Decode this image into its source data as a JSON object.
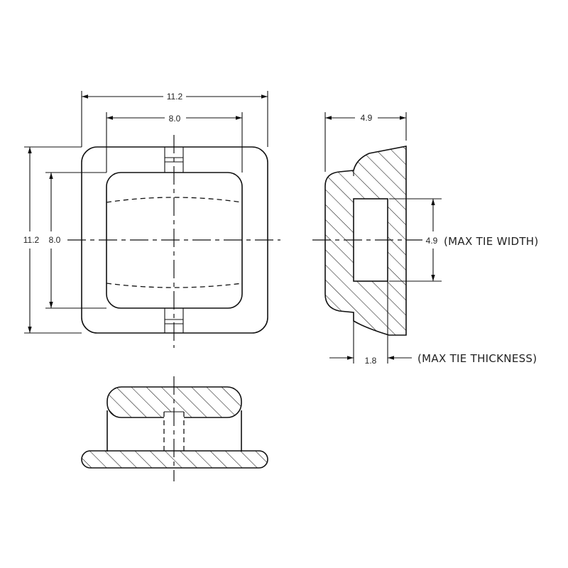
{
  "front_view": {
    "outer_width": "11.2",
    "inner_width": "8.0",
    "outer_height": "11.2",
    "inner_height": "8.0"
  },
  "side_view": {
    "depth": "4.9",
    "slot_height": "4.9",
    "slot_height_note": "(MAX TIE WIDTH)",
    "slot_width": "1.8",
    "slot_width_note": "(MAX TIE THICKNESS)"
  }
}
